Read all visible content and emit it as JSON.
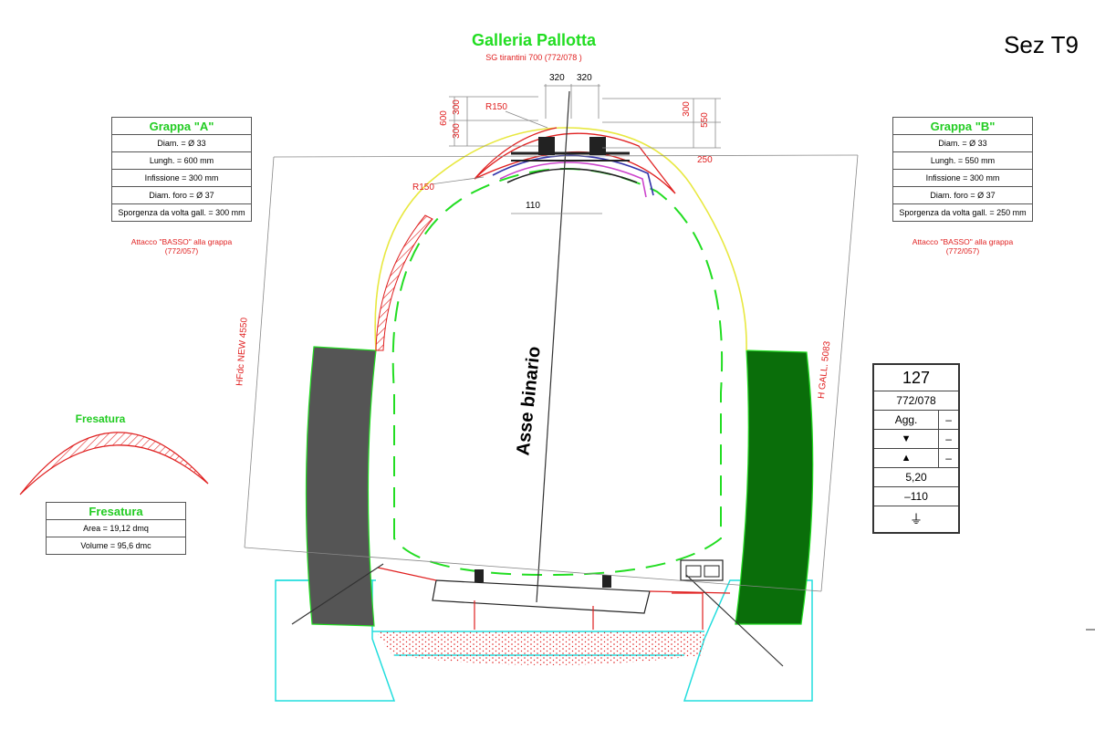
{
  "header": {
    "title": "Galleria Pallotta",
    "subtitle": "SG tirantini 700 (772/078 )",
    "section_id": "Sez T9"
  },
  "grappa_a": {
    "title": "Grappa  \"A\"",
    "rows": [
      "Diam. = Ø 33",
      "Lungh. = 600 mm",
      "Infissione = 300 mm",
      "Diam. foro = Ø 37",
      "Sporgenza da volta gall. = 300 mm"
    ],
    "note_line1": "Attacco \"BASSO\" alla grappa",
    "note_line2": "(772/057)"
  },
  "grappa_b": {
    "title": "Grappa  \"B\"",
    "rows": [
      "Diam. = Ø 33",
      "Lungh. = 550 mm",
      "Infissione = 300 mm",
      "Diam. foro = Ø 37",
      "Sporgenza da volta gall. = 250 mm"
    ],
    "note_line1": "Attacco \"BASSO\" alla grappa",
    "note_line2": "(772/057)"
  },
  "fresatura": {
    "label": "Fresatura",
    "table_title": "Fresatura",
    "area": "Area = 19,12 dmq",
    "volume": "Volume = 95,6 dmc"
  },
  "code_box": {
    "number": "127",
    "ref": "772/078",
    "agg_label": "Agg.",
    "agg_value": "–",
    "row1_value": "–",
    "row2_value": "–",
    "value_a": "5,20",
    "value_b": "–110"
  },
  "dimensions": {
    "d320_left": "320",
    "d320_right": "320",
    "r150_top": "R150",
    "r150_left": "R150",
    "d600": "600",
    "d300_a": "300",
    "d300_b": "300",
    "d300_right": "300",
    "d550": "550",
    "d250": "250",
    "d110": "110",
    "left_height": "HFdc NEW 4550",
    "right_height": "H GALL. 5083",
    "axis_label": "Asse binario"
  },
  "colors": {
    "green": "#22dd22",
    "red": "#e02020",
    "cyan": "#22dddd",
    "yellow": "#e8e840",
    "dark_green": "#0a6e0a",
    "dark_grey": "#555555"
  }
}
